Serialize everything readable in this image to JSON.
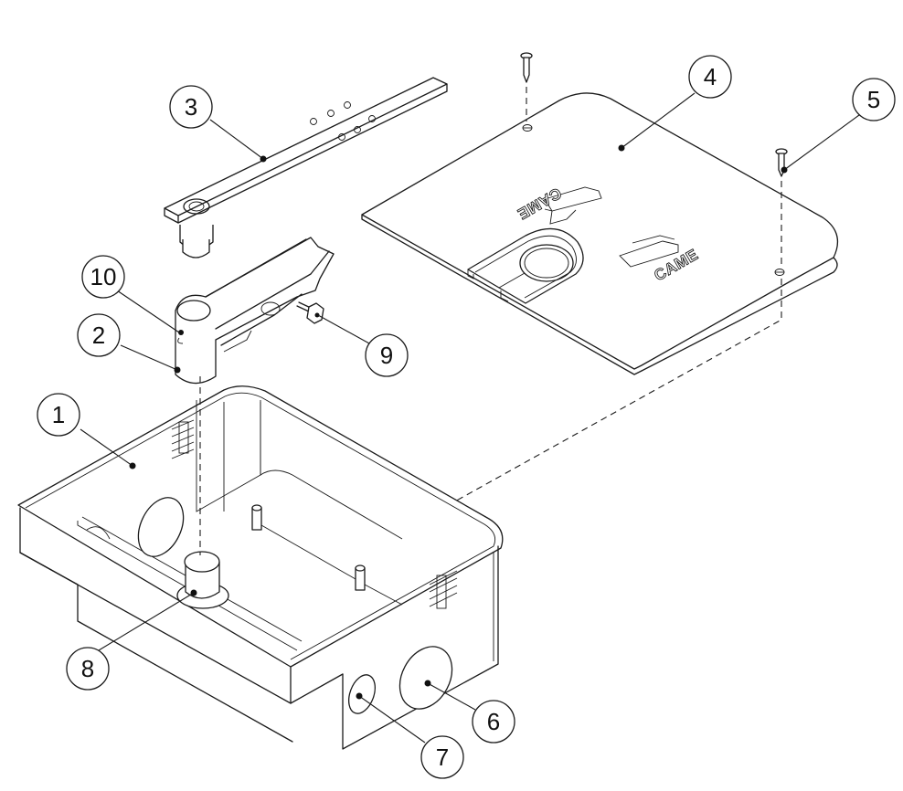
{
  "diagram": {
    "type": "exploded-assembly",
    "colors": {
      "line": "#1a1a1a",
      "background": "#ffffff"
    },
    "cover_brand_labels": [
      "CAME",
      "CAME"
    ],
    "callouts": [
      {
        "number": "1",
        "part": "housing-box"
      },
      {
        "number": "2",
        "part": "lever-base"
      },
      {
        "number": "3",
        "part": "drive-arm"
      },
      {
        "number": "4",
        "part": "cover-plate"
      },
      {
        "number": "5",
        "part": "cover-screw"
      },
      {
        "number": "6",
        "part": "large-cable-knockout"
      },
      {
        "number": "7",
        "part": "small-cable-knockout"
      },
      {
        "number": "8",
        "part": "pivot-pin"
      },
      {
        "number": "9",
        "part": "lever-bolt"
      },
      {
        "number": "10",
        "part": "lever-grub-screw"
      }
    ]
  }
}
